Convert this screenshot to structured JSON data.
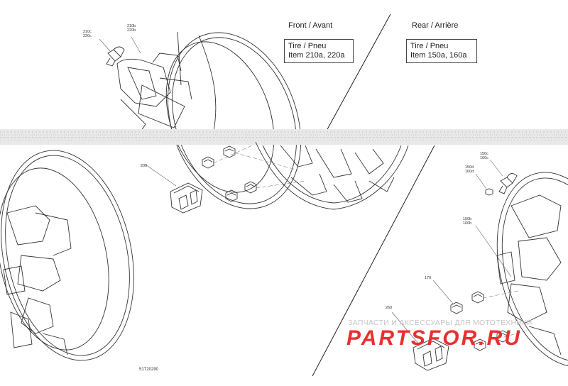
{
  "sections": {
    "front": {
      "heading": "Front / Avant",
      "box_line1": "Tire / Pneu",
      "box_line2": "Item 210a, 220a"
    },
    "rear": {
      "heading": "Rear / Arrière",
      "box_line1": "Tire / Pneu",
      "box_line2": "Item 150a, 160a"
    }
  },
  "callouts": {
    "c210c": "210c",
    "c220c": "220c",
    "c210b": "210b",
    "c220b": "220b",
    "c200": "200",
    "c150c": "150c",
    "c160c": "160c",
    "c150d": "150d",
    "c160d": "160d",
    "c150b": "150b",
    "c160b": "160b",
    "c170": "170",
    "c260": "260"
  },
  "figure_code": "51T20290",
  "watermark": {
    "tagline": "ЗАПЧАСТИ И АКСЕССУАРЫ ДЛЯ МОТОТЕХНИКИ",
    "brand": "PARTSFOR.RU",
    "brand_color": "#e8302e"
  }
}
